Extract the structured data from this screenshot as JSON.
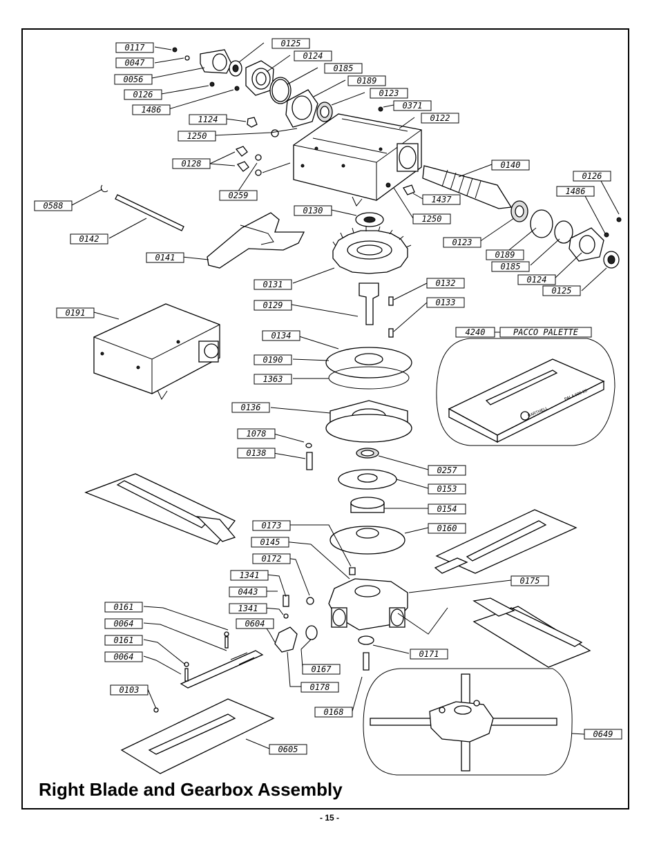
{
  "title": "Right Blade and Gearbox Assembly",
  "page_number": "- 15 -",
  "inset_pacco_code": "4240",
  "inset_pacco_text": "PACCO PALETTE",
  "blade_stamp_brand": "BARTHELL",
  "blade_stamp_text": "PALA 600-20",
  "part_labels": [
    "0117",
    "0047",
    "0056",
    "0126",
    "1486",
    "0125",
    "0124",
    "0185",
    "0189",
    "0123",
    "0371",
    "0122",
    "1124",
    "1250",
    "0128",
    "0259",
    "0140",
    "0126",
    "1486",
    "1437",
    "1250",
    "0588",
    "0142",
    "0141",
    "0130",
    "0123",
    "0189",
    "0185",
    "0124",
    "0125",
    "0131",
    "0129",
    "0132",
    "0133",
    "0191",
    "0134",
    "0190",
    "1363",
    "0136",
    "1078",
    "0138",
    "0257",
    "0153",
    "0154",
    "0173",
    "0145",
    "0172",
    "0160",
    "0175",
    "1341",
    "0443",
    "1341",
    "0604",
    "0161",
    "0064",
    "0161",
    "0064",
    "0167",
    "0171",
    "0178",
    "0103",
    "0168",
    "0605",
    "0649"
  ]
}
